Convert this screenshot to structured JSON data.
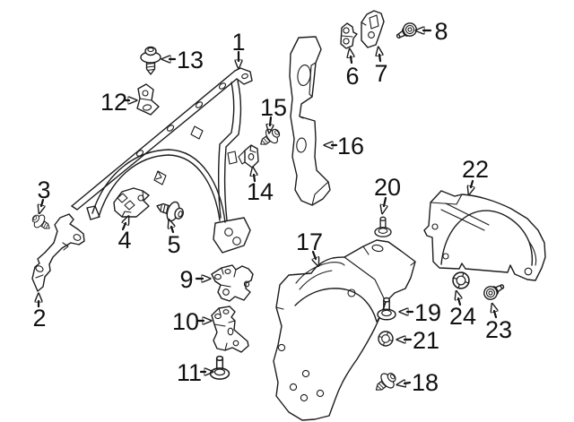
{
  "figure": {
    "kind": "exploded-parts-diagram",
    "background_color": "#ffffff",
    "line_color": "#1c1c1c",
    "callout_color": "#111111",
    "callout_count": 24,
    "callouts": [
      {
        "label": "1"
      },
      {
        "label": "2"
      },
      {
        "label": "3"
      },
      {
        "label": "4"
      },
      {
        "label": "5"
      },
      {
        "label": "6"
      },
      {
        "label": "7"
      },
      {
        "label": "8"
      },
      {
        "label": "9"
      },
      {
        "label": "10"
      },
      {
        "label": "11"
      },
      {
        "label": "12"
      },
      {
        "label": "13"
      },
      {
        "label": "14"
      },
      {
        "label": "15"
      },
      {
        "label": "16"
      },
      {
        "label": "17"
      },
      {
        "label": "18"
      },
      {
        "label": "19"
      },
      {
        "label": "20"
      },
      {
        "label": "21"
      },
      {
        "label": "22"
      },
      {
        "label": "23"
      },
      {
        "label": "24"
      }
    ]
  }
}
